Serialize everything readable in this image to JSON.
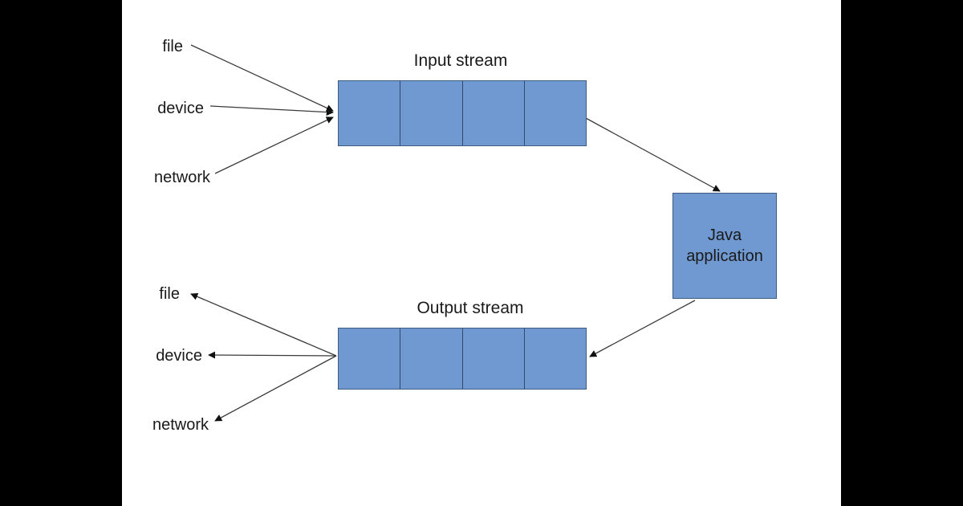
{
  "figure": {
    "title": "Java input and output stream diagram",
    "background_color": "#ffffff",
    "letterbox_color": "#000000",
    "box_fill_color": "#7099d1",
    "box_border_color": "#3d5a80",
    "line_color": "#3a3a3a",
    "text_color": "#1a1a1a"
  },
  "input_section": {
    "title": "Input stream",
    "sources": [
      {
        "label": "file"
      },
      {
        "label": "device"
      },
      {
        "label": "network"
      }
    ],
    "cell_count": 4
  },
  "output_section": {
    "title": "Output stream",
    "destinations": [
      {
        "label": "file"
      },
      {
        "label": "device"
      },
      {
        "label": "network"
      }
    ],
    "cell_count": 4
  },
  "application": {
    "line1": "Java",
    "line2": "application"
  }
}
